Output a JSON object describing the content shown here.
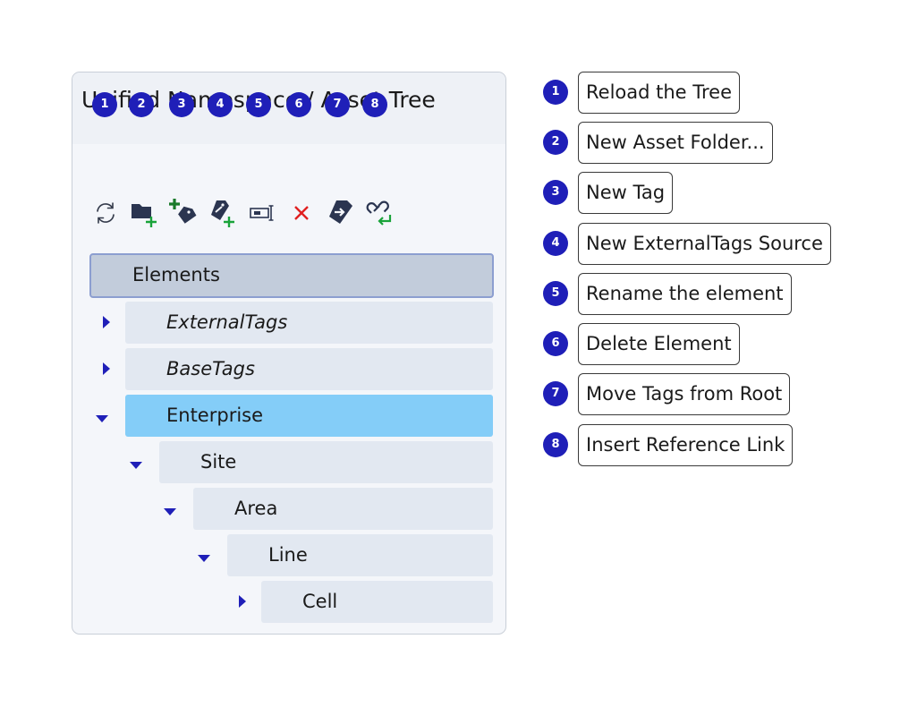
{
  "panel": {
    "title": "Unified Namespace / Asset Tree",
    "toolbar": [
      {
        "number": "1",
        "icon": "reload-icon"
      },
      {
        "number": "2",
        "icon": "new-folder-icon"
      },
      {
        "number": "3",
        "icon": "new-tag-icon"
      },
      {
        "number": "4",
        "icon": "new-external-source-icon"
      },
      {
        "number": "5",
        "icon": "rename-icon"
      },
      {
        "number": "6",
        "icon": "delete-icon"
      },
      {
        "number": "7",
        "icon": "move-tags-icon"
      },
      {
        "number": "8",
        "icon": "insert-link-icon"
      }
    ],
    "tree": {
      "root": "Elements",
      "nodes": [
        {
          "label": "ExternalTags",
          "state": "collapsed"
        },
        {
          "label": "BaseTags",
          "state": "collapsed"
        },
        {
          "label": "Enterprise",
          "state": "expanded",
          "selected": true
        },
        {
          "label": "Site",
          "state": "expanded"
        },
        {
          "label": "Area",
          "state": "expanded"
        },
        {
          "label": "Line",
          "state": "expanded"
        },
        {
          "label": "Cell",
          "state": "collapsed"
        }
      ]
    }
  },
  "legend": [
    {
      "number": "1",
      "label": "Reload the Tree"
    },
    {
      "number": "2",
      "label": "New Asset Folder..."
    },
    {
      "number": "3",
      "label": "New Tag"
    },
    {
      "number": "4",
      "label": "New ExternalTags Source"
    },
    {
      "number": "5",
      "label": "Rename the element"
    },
    {
      "number": "6",
      "label": "Delete Element"
    },
    {
      "number": "7",
      "label": "Move Tags from Root"
    },
    {
      "number": "8",
      "label": "Insert Reference Link"
    }
  ],
  "colors": {
    "badge": "#1f1fb8",
    "selected_node": "#84cdf8",
    "node": "#e2e8f1",
    "root_node": "#c2ccdb",
    "caret": "#1f1fb8",
    "delete_icon": "#e02020",
    "add_accent": "#1aa33a"
  }
}
